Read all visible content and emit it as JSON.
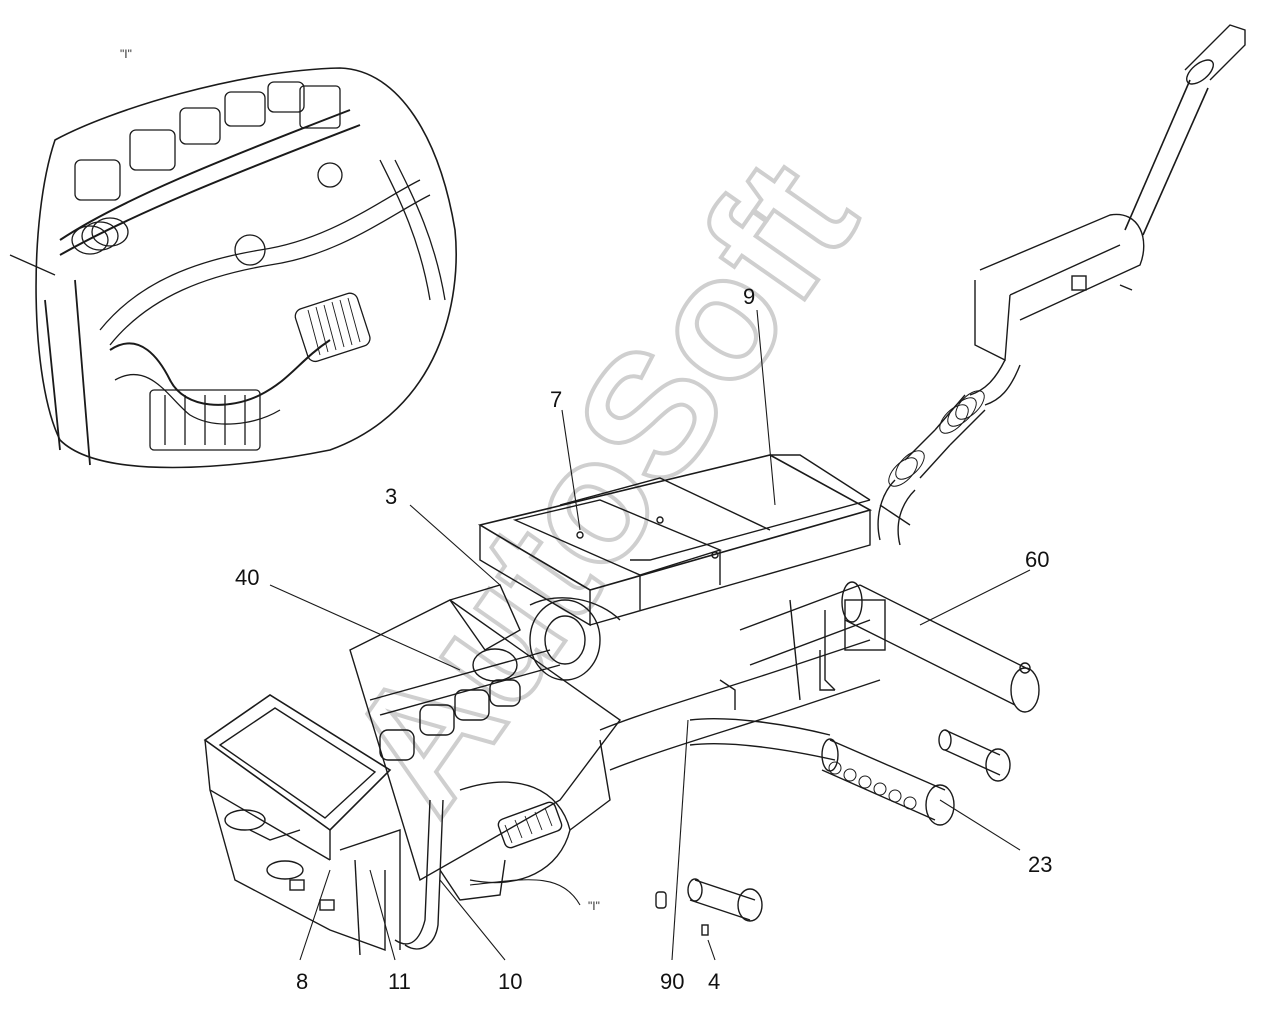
{
  "callouts": {
    "c9": "9",
    "c7": "7",
    "c3": "3",
    "c40": "40",
    "c60": "60",
    "c23": "23",
    "c8": "8",
    "c11": "11",
    "c10": "10",
    "c90": "90",
    "c4": "4"
  },
  "view_marker": "\"I\"",
  "inset_marker": "\"I\"",
  "watermark": "AutoSoft",
  "colors": {
    "line": "#1a1a1a",
    "watermark": "#d9d9d9"
  }
}
